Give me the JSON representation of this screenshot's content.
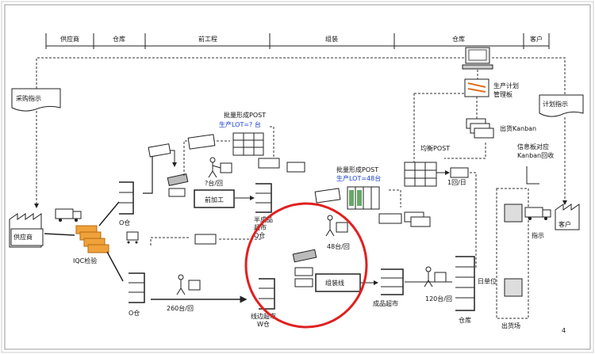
{
  "header": {
    "sections": [
      "供应商",
      "仓库",
      "前工程",
      "组装",
      "仓库",
      "客户"
    ]
  },
  "labels": {
    "purchase_instruction": "采购指示",
    "supplier": "供应商",
    "iqc": "IQC检验",
    "production_plan": "生产计划",
    "management_board": "管理板",
    "plan_instruction": "计划指示",
    "shipping_kanban": "出货Kanban",
    "info_kanban_line1": "信息板对应",
    "info_kanban_line2": "Kanban回收",
    "customer": "客户",
    "batch_post_1": "批量形成POST",
    "lot_1": "生产LOT=? 台",
    "batch_post_2": "批量形成POST",
    "lot_2": "生产LOT=48台",
    "equal_post": "均衡POST",
    "once_per_day": "1回/日",
    "o_warehouse_1": "O仓",
    "o_warehouse_2": "O仓",
    "pre_process": "前加工",
    "semi_1": "半成品",
    "semi_2": "超市",
    "semi_3": "Q仓",
    "q_label": "?台/回",
    "load_48": "48台/回",
    "assembly_line": "组装线",
    "parts_1": "线边超市",
    "parts_2": "W仓",
    "finished_store": "成品超市",
    "per_120": "120台/回",
    "warehouse": "仓库",
    "daily_pick": "日单位",
    "instruction": "指示",
    "shipping_area": "出货场",
    "per_260": "260台/回",
    "page_number": "4"
  },
  "colors": {
    "highlight_circle": "#e02020",
    "blue_text": "#1a3fd0",
    "box_fill": "#d9d9d9",
    "orange": "#f0a23a"
  }
}
